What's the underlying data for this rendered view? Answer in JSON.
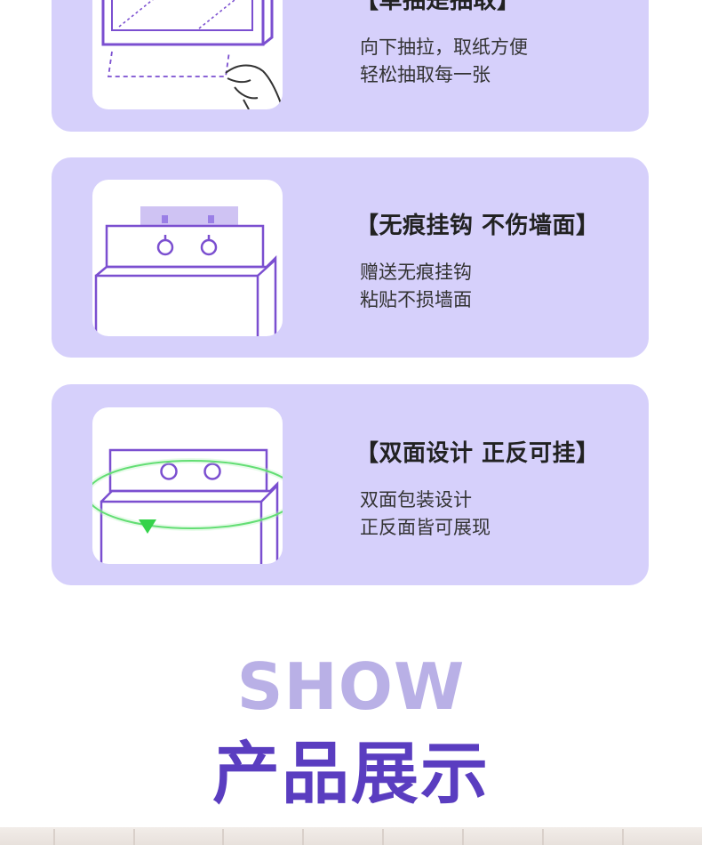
{
  "features": [
    {
      "title": "【单抽是抽取】",
      "lines": [
        "向下抽拉，取纸方便",
        "轻松抽取每一张"
      ]
    },
    {
      "title": "【无痕挂钩 不伤墙面】",
      "lines": [
        "赠送无痕挂钩",
        "粘贴不损墙面"
      ]
    },
    {
      "title": "【双面设计 正反可挂】",
      "lines": [
        "双面包装设计",
        "正反面皆可展现"
      ]
    }
  ],
  "show": {
    "english": "SHOW",
    "chinese": "产品展示"
  },
  "colors": {
    "card_bg": "#d6d0fb",
    "line_purple": "#7b4fd0",
    "title_purple": "#5a3dc0",
    "show_light": "#b9b0e6",
    "arrow_green": "#34d34a"
  }
}
